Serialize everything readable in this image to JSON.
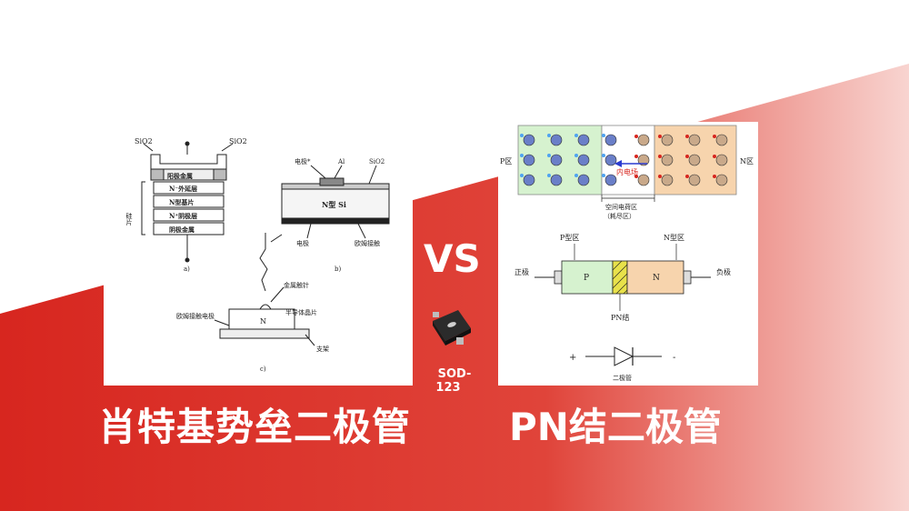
{
  "colors": {
    "red": "#d7261f",
    "background": "#ffffff",
    "p_region": "#d6f2cf",
    "n_region": "#f7d4ad",
    "junction": "#e8e14a"
  },
  "comparison": {
    "vs_label": "VS",
    "left_title": "肖特基势垒二极管",
    "right_title": "PN结二极管",
    "package": {
      "line1": "SOD-",
      "line2": "123",
      "icon": "sod123-chip-icon"
    }
  },
  "schottky_figure": {
    "a": {
      "sio2_left": "SiO2",
      "sio2_right": "SiO2",
      "layers": [
        "阳极金属",
        "N⁻外延层",
        "N型基片",
        "N⁺阴极层",
        "阴极金属"
      ],
      "side_label": "硅片",
      "caption": "a)"
    },
    "b": {
      "electrode_top": "电极*",
      "al": "Al",
      "sio2": "SiO2",
      "body": "N型 Si",
      "electrode_bottom": "电极",
      "ohmic": "欧姆接触",
      "caption": "b)"
    },
    "c": {
      "needle": "金属触针",
      "chip": "半导体晶片",
      "ohmic_electrode": "欧姆接触电极",
      "n_label": "N",
      "support": "支架",
      "caption": "c)"
    }
  },
  "pn_figure": {
    "p_zone": "P区",
    "n_zone": "N区",
    "field": "内电场",
    "space_charge_1": "空间电荷区",
    "space_charge_2": "（耗尽区）",
    "p_type": "P型区",
    "n_type": "N型区",
    "p": "P",
    "n": "N",
    "positive": "正极",
    "negative": "负极",
    "pn_junction": "PN结",
    "plus": "+",
    "minus": "-",
    "diode": "二极管"
  }
}
